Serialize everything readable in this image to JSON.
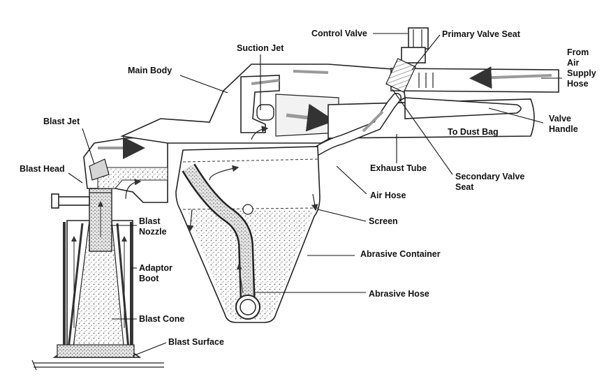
{
  "labels": {
    "control_valve": "Control Valve",
    "primary_valve_seat": "Primary Valve Seat",
    "suction_jet": "Suction Jet",
    "main_body": "Main Body",
    "from_air_supply_hose": [
      "From",
      "Air",
      "Supply",
      "Hose"
    ],
    "blast_jet": "Blast Jet",
    "valve_handle": [
      "Valve",
      "Handle"
    ],
    "to_dust_bag": "To Dust Bag",
    "blast_head": "Blast Head",
    "exhaust_tube": "Exhaust Tube",
    "secondary_valve_seat": [
      "Secondary Valve",
      "Seat"
    ],
    "air_hose": "Air Hose",
    "blast_nozzle": [
      "Blast",
      "Nozzle"
    ],
    "screen": "Screen",
    "abrasive_container": "Abrasive Container",
    "adaptor_boot": [
      "Adaptor",
      "Boot"
    ],
    "abrasive_hose": "Abrasive Hose",
    "blast_cone": "Blast Cone",
    "blast_surface": "Blast Surface"
  },
  "colors": {
    "line": "#222222",
    "flow_arrow": "#9a9a9a",
    "abrasive": "#bdbdbd"
  }
}
